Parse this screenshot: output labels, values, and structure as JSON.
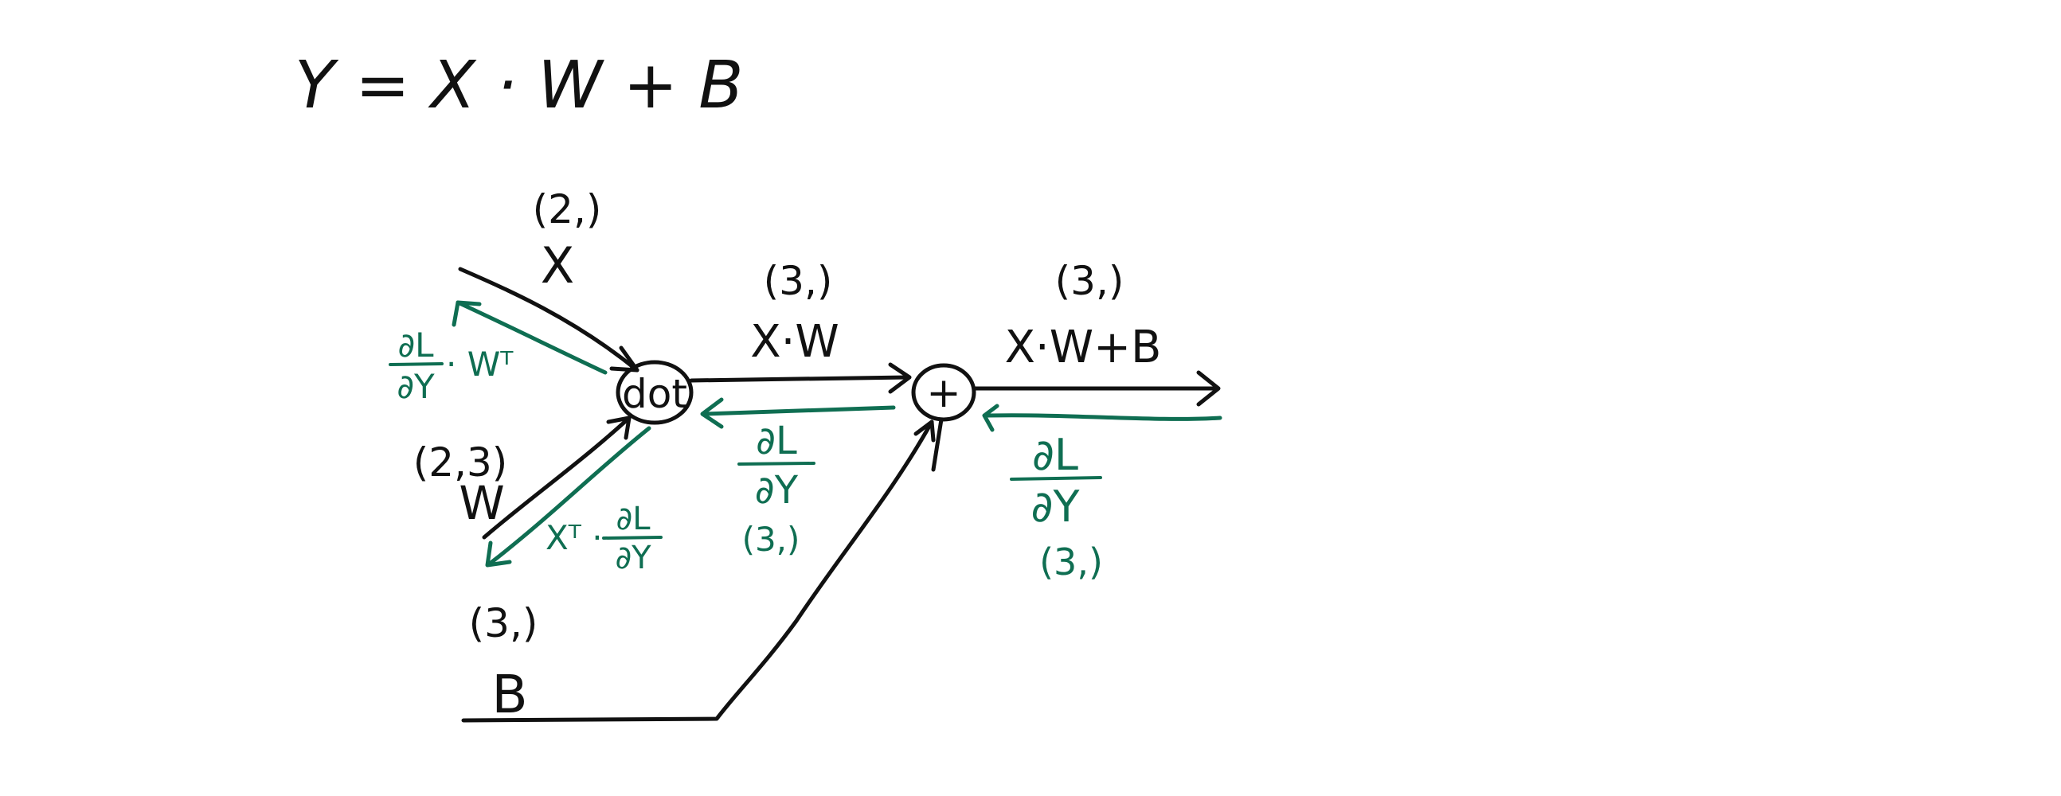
{
  "equation": "Y = X · W + B",
  "colors": {
    "forward": "#111111",
    "backward": "#0f6e52",
    "background": "#ffffff"
  },
  "nodes": {
    "dot": {
      "label": "dot"
    },
    "add": {
      "label": "+"
    }
  },
  "inputs": {
    "x": {
      "label": "X",
      "shape": "(2,)"
    },
    "w": {
      "label": "W",
      "shape": "(2,3)"
    },
    "b": {
      "label": "B",
      "shape": "(3,)"
    }
  },
  "forward": {
    "xw": {
      "label": "X·W",
      "shape": "(3,)"
    },
    "out": {
      "label": "X·W+B",
      "shape": "(3,)"
    }
  },
  "backward": {
    "dy_out": {
      "num": "∂L",
      "den": "∂Y",
      "shape": "(3,)"
    },
    "dy_mid": {
      "num": "∂L",
      "den": "∂Y",
      "shape": "(3,)"
    },
    "dx": {
      "num": "∂L",
      "den": "∂Y",
      "suffix": "· Wᵀ"
    },
    "dw": {
      "prefix": "Xᵀ ·",
      "num": "∂L",
      "den": "∂Y"
    }
  }
}
